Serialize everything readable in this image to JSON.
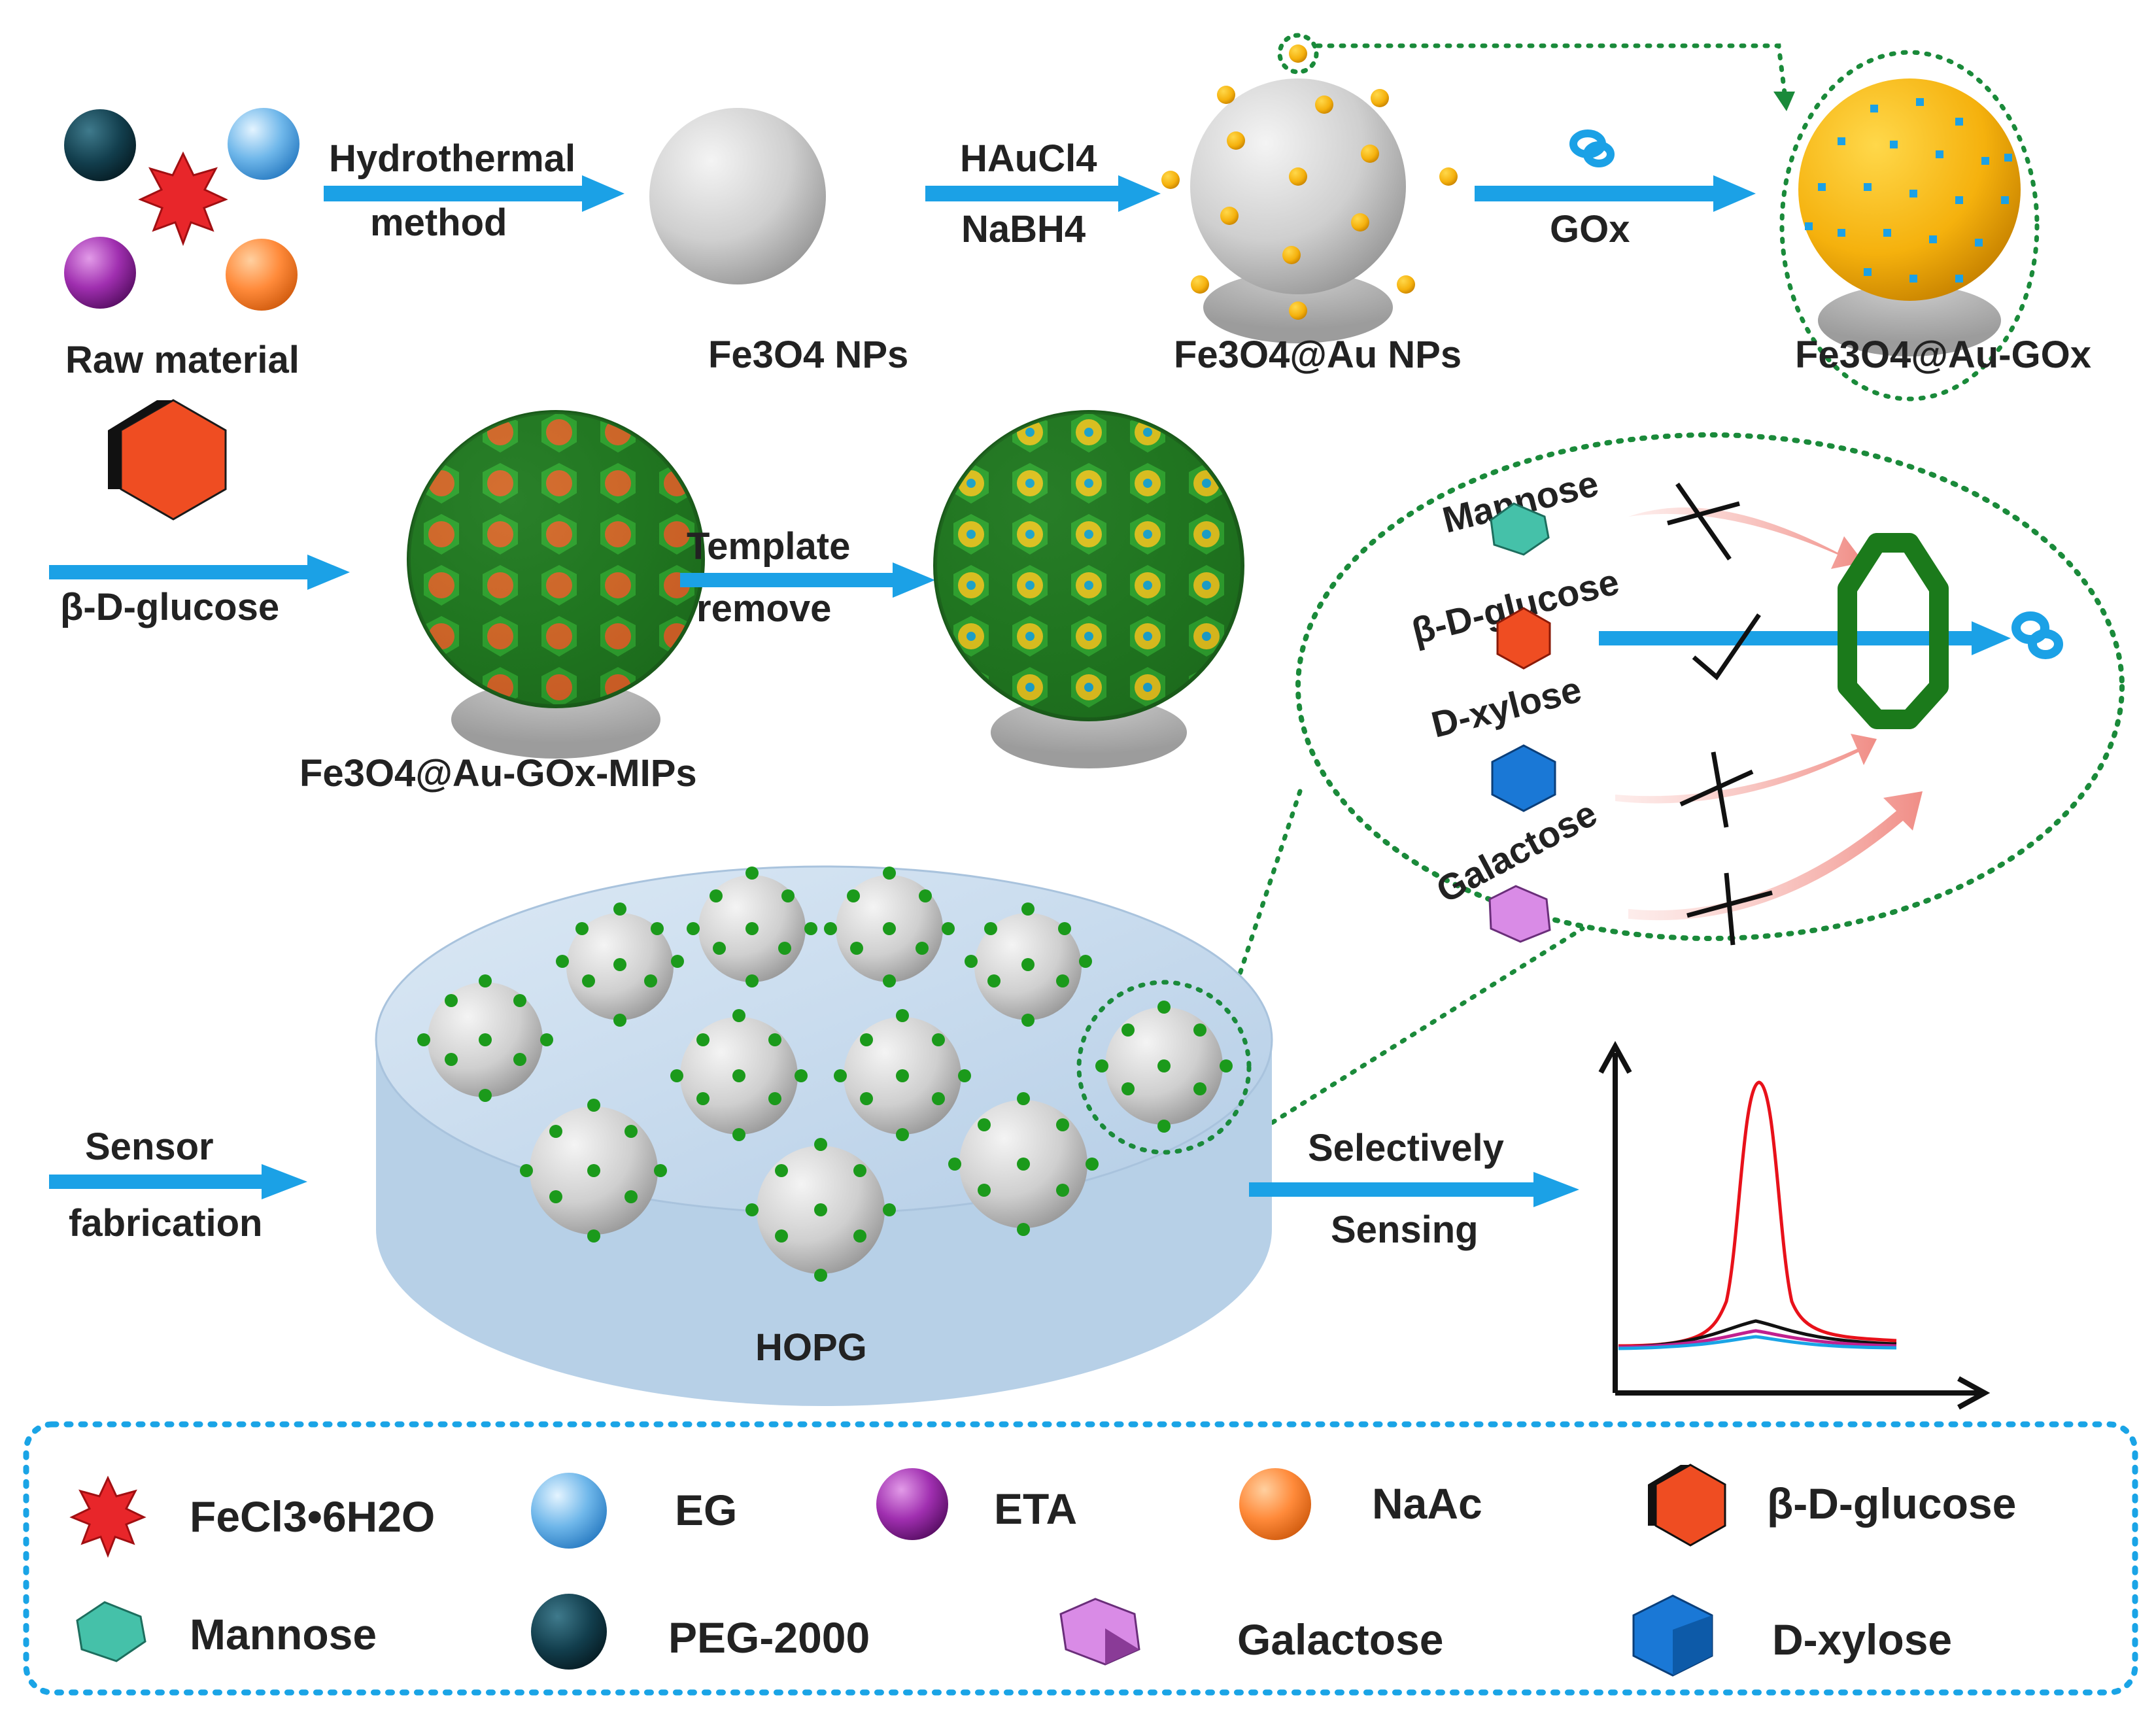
{
  "colors": {
    "arrow": "#1ba1e6",
    "gold": "#f5b10d",
    "gray_sphere": "#c8c8c8",
    "green_mip": "#2a9a2a",
    "dot_green": "#1b9a1b",
    "hopg": "#c7dcef",
    "dash_green": "#1a8a3a",
    "dash_blue": "#1aa4e6",
    "peak_red": "#e8111a",
    "pink_arrow": "#f4938d"
  },
  "row1": {
    "raw_label": "Raw material",
    "step1_line1": "Hydrothermal",
    "step1_line2": "method",
    "fe3o4_label": "Fe3O4 NPs",
    "step2_line1": "HAuCl4",
    "step2_line2": "NaBH4",
    "fe3o4au_label": "Fe3O4@Au NPs",
    "step3_label": "GOx",
    "gox_label": "Fe3O4@Au-GOx"
  },
  "row2": {
    "glucose_label": "β-D-glucose",
    "mips_label": "Fe3O4@Au-GOx-MIPs",
    "template_line1": "Template",
    "template_line2": "remove"
  },
  "zoom": {
    "mannose": "Mannose",
    "glucose": "β-D-glucose",
    "xylose": "D-xylose",
    "galactose": "Galactose"
  },
  "row3": {
    "sensor_line1": "Sensor",
    "sensor_line2": "fabrication",
    "hopg_label": "HOPG",
    "sensing_line1": "Selectively",
    "sensing_line2": "Sensing"
  },
  "legend": {
    "fecl3": "FeCl3•6H2O",
    "eg": "EG",
    "eta": "ETA",
    "naac": "NaAc",
    "glucose": "β-D-glucose",
    "mannose": "Mannose",
    "peg": "PEG-2000",
    "galactose": "Galactose",
    "xylose": "D-xylose"
  }
}
